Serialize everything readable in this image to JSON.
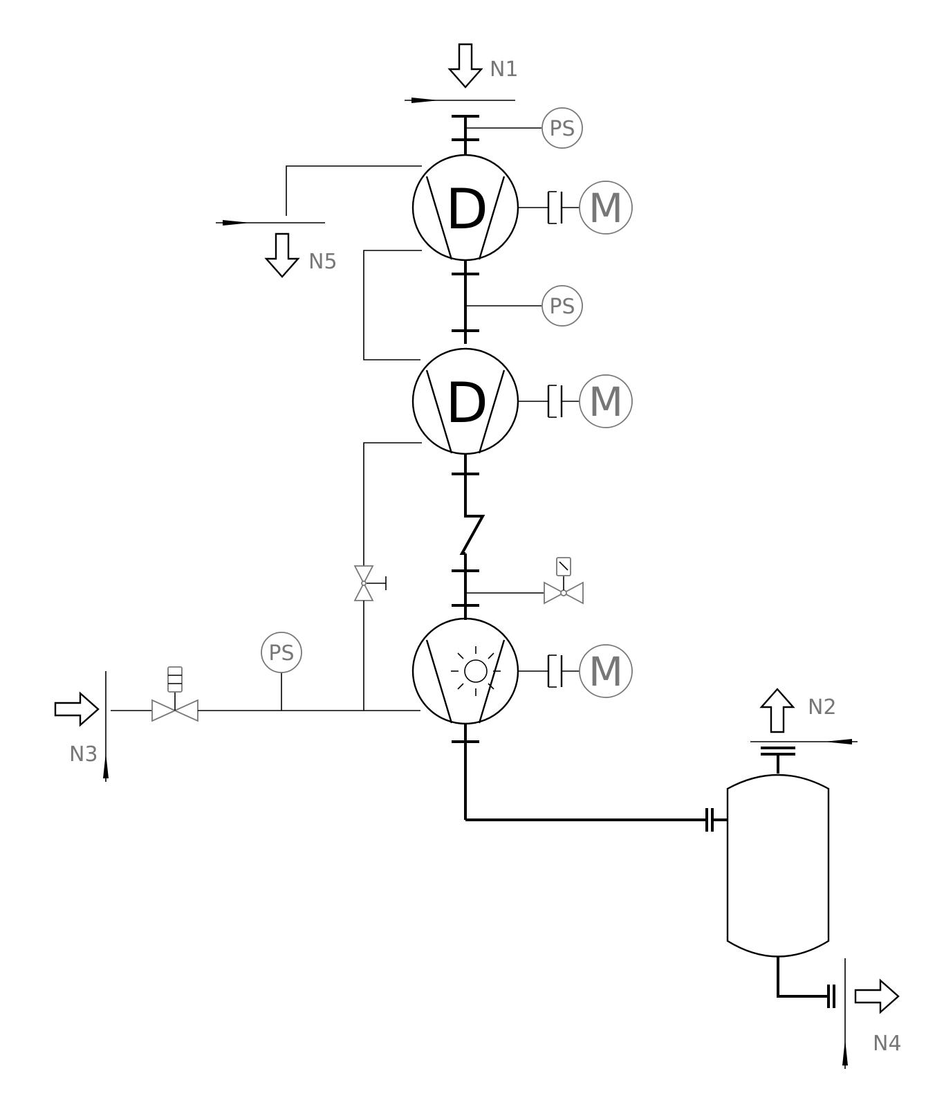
{
  "nozzles": {
    "n1": "N1",
    "n2": "N2",
    "n3": "N3",
    "n4": "N4",
    "n5": "N5"
  },
  "instruments": {
    "ps_top": "PS",
    "ps_middle": "PS",
    "ps_gas_line": "PS"
  },
  "pumps": {
    "stage_upper": "D",
    "stage_middle": "D"
  },
  "motors": {
    "upper": "M",
    "middle": "M",
    "lower": "M"
  }
}
